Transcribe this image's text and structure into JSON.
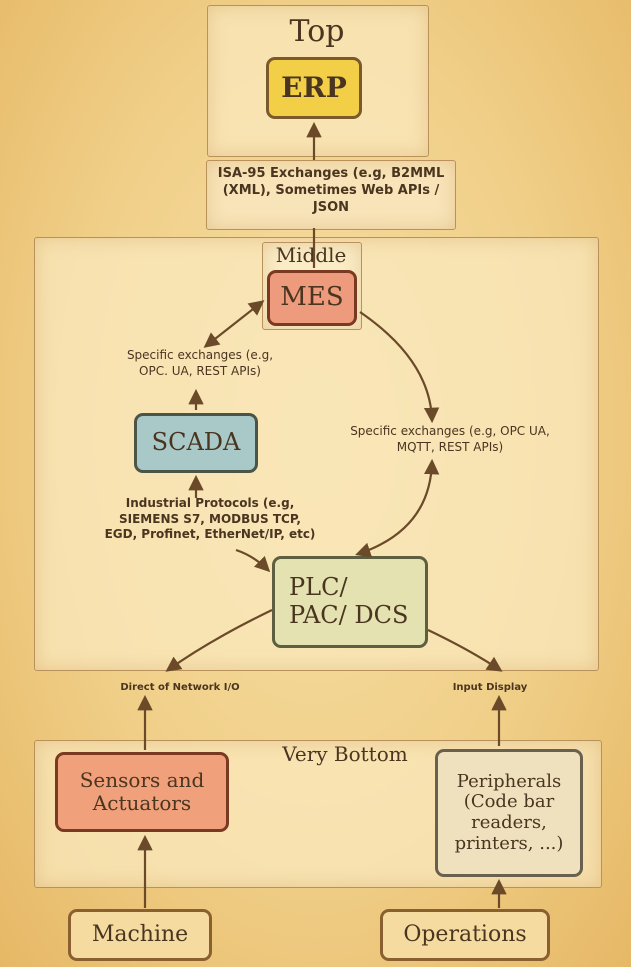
{
  "levels": {
    "top": {
      "title": "Top"
    },
    "middle": {
      "title": "Middle"
    },
    "bottom": {
      "title": "Very Bottom"
    }
  },
  "nodes": {
    "erp": {
      "label": "ERP",
      "color": "#f3cf48"
    },
    "mes": {
      "label": "MES",
      "color": "#ee9a7c"
    },
    "scada": {
      "label": "SCADA",
      "color": "#a9c9c8"
    },
    "plc": {
      "label": "PLC/ PAC/ DCS",
      "color": "#e4e2b0"
    },
    "sensors": {
      "label": "Sensors and Actuators",
      "color": "#f0a07a"
    },
    "peripherals": {
      "label": "Peripherals (Code bar readers, printers, ...)",
      "color": "#efe1bd"
    },
    "machine": {
      "label": "Machine",
      "color": "#f6dba0"
    },
    "operations": {
      "label": "Operations",
      "color": "#f6dba0"
    }
  },
  "edge_labels": {
    "erp_mes": "ISA-95 Exchanges (e.g, B2MML (XML), Sometimes Web APIs / JSON",
    "mes_scada": "Specific exchanges (e.g, OPC. UA, REST APIs)",
    "mes_plc": "Specific exchanges (e.g, OPC UA, MQTT, REST APIs)",
    "scada_plc": "Industrial Protocols (e.g, SIEMENS S7, MODBUS TCP, EGD, Profinet, EtherNet/IP, etc)",
    "plc_sensors": "Direct of Network I/O",
    "plc_peripherals": "Input Display"
  }
}
